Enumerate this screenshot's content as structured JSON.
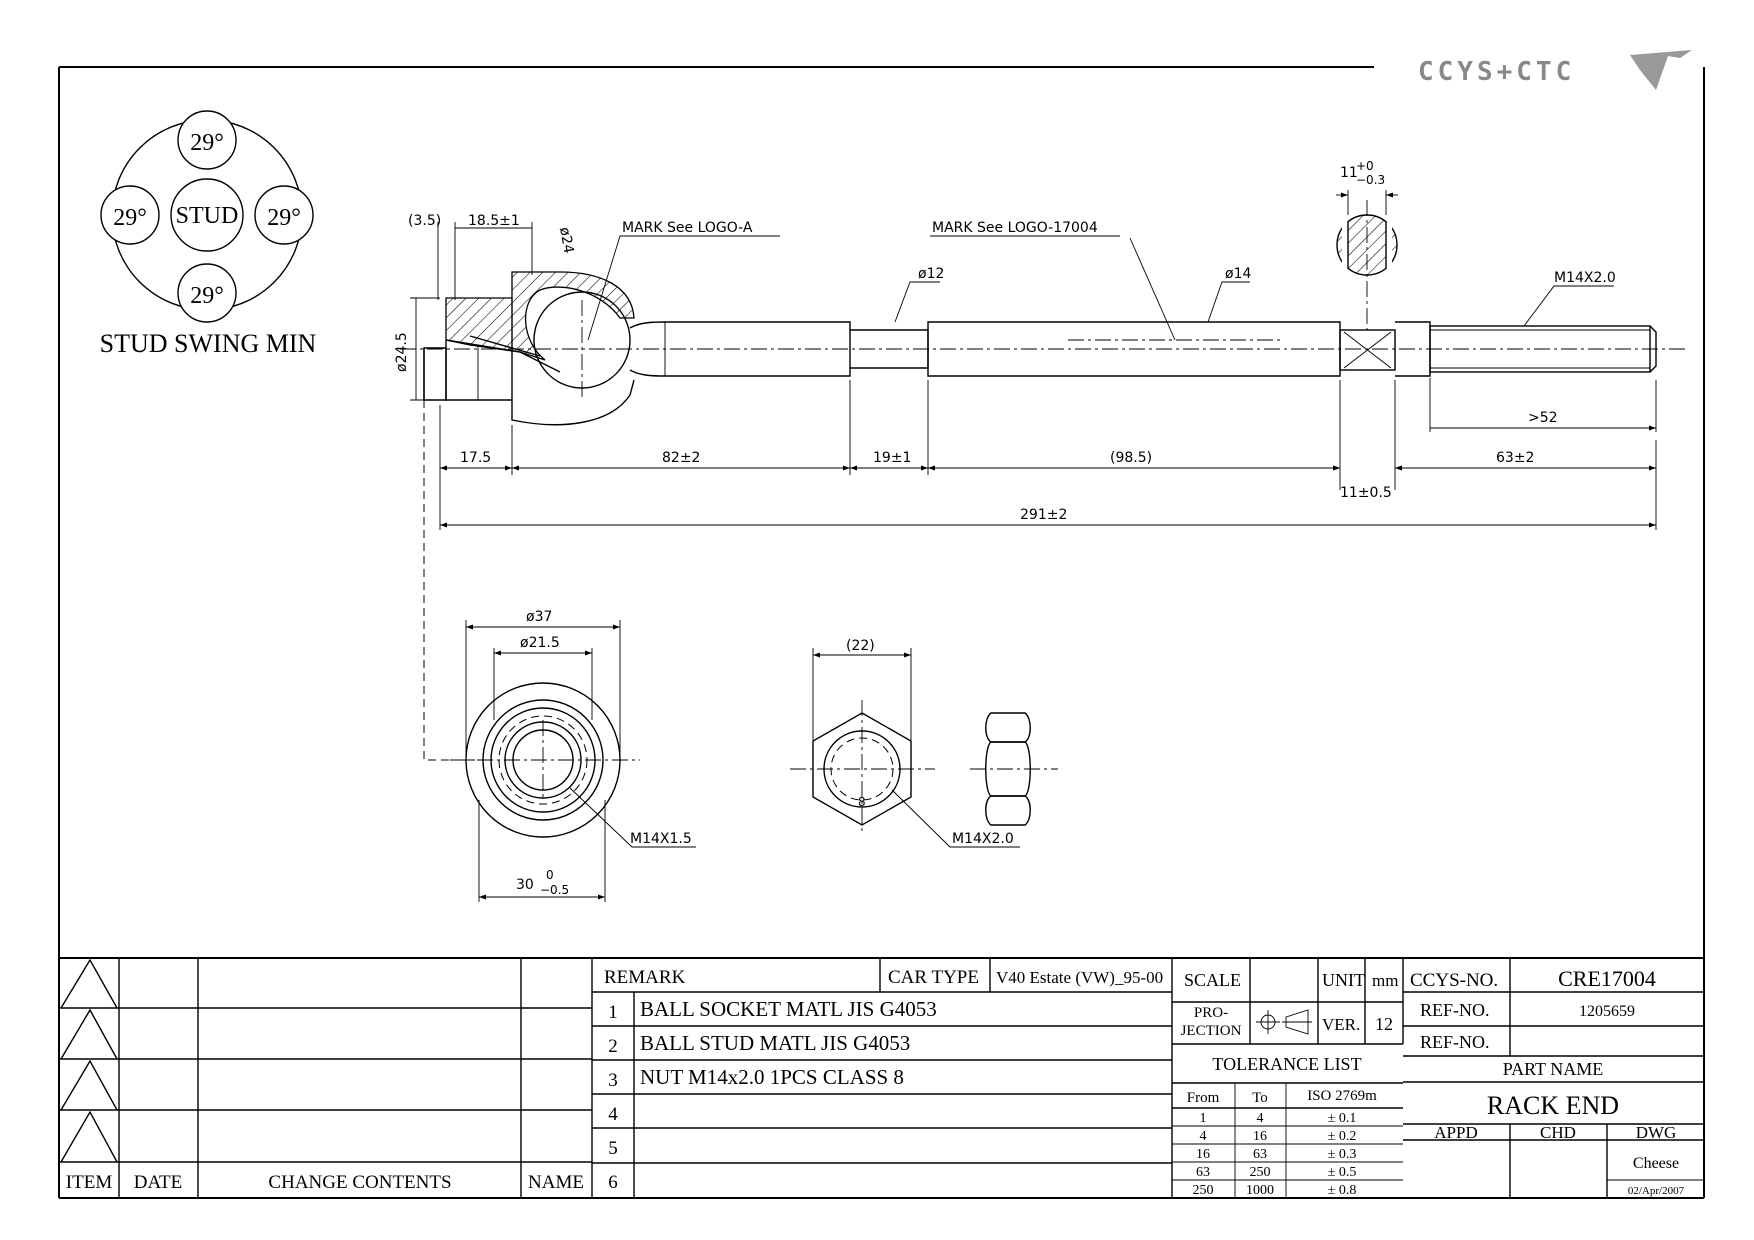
{
  "logo": {
    "text": "CCYS+CTC"
  },
  "stud_swing": {
    "angles": [
      "29°",
      "29°",
      "29°",
      "29°"
    ],
    "center": "STUD",
    "caption": "STUD SWING MIN"
  },
  "dims": {
    "d3_5": "(3.5)",
    "d18_5": "18.5±1",
    "d24": "ø24",
    "mark_a": "MARK  See  LOGO-A",
    "mark_b": "MARK  See  LOGO-17004",
    "d12": "ø12",
    "d14": "ø14",
    "d11": "11",
    "d11_tol_up": "+0",
    "d11_tol_dn": "−0.3",
    "m14_top": "M14X2.0",
    "d24_5": "ø24.5",
    "gt52": ">52",
    "d17_5": "17.5",
    "d82": "82±2",
    "d19": "19±1",
    "d98_5": "(98.5)",
    "d63": "63±2",
    "d11_05": "11±0.5",
    "d291": "291±2",
    "d37": "ø37",
    "d21_5": "ø21.5",
    "m14x15": "M14X1.5",
    "d30": "30",
    "d30_up": "0",
    "d30_dn": "−0.5",
    "d22": "(22)",
    "nut_mark": "8",
    "m14_nut": "M14X2.0"
  },
  "title_block": {
    "rev_headers": {
      "item": "ITEM",
      "date": "DATE",
      "change": "CHANGE CONTENTS",
      "name": "NAME"
    },
    "remark": "REMARK",
    "car_type_label": "CAR TYPE",
    "car_type": "V40 Estate (VW)_95-00",
    "remarks": [
      {
        "no": "1",
        "text": "BALL SOCKET MATL JIS G4053"
      },
      {
        "no": "2",
        "text": "BALL STUD MATL JIS G4053"
      },
      {
        "no": "3",
        "text": "NUT M14x2.0 1PCS CLASS 8"
      },
      {
        "no": "4",
        "text": ""
      },
      {
        "no": "5",
        "text": ""
      },
      {
        "no": "6",
        "text": ""
      }
    ],
    "scale_label": "SCALE",
    "unit_label": "UNIT",
    "unit": "mm",
    "projection_1": "PRO-",
    "projection_2": "JECTION",
    "ver_label": "VER.",
    "ver": "12",
    "tolerance_title": "TOLERANCE LIST",
    "tol_headers": [
      "From",
      "To",
      "ISO 2769m"
    ],
    "tolerances": [
      [
        "1",
        "4",
        "± 0.1"
      ],
      [
        "4",
        "16",
        "± 0.2"
      ],
      [
        "16",
        "63",
        "± 0.3"
      ],
      [
        "63",
        "250",
        "± 0.5"
      ],
      [
        "250",
        "1000",
        "± 0.8"
      ]
    ],
    "ccys_no_label": "CCYS-NO.",
    "ccys_no": "CRE17004",
    "ref_no_label": "REF-NO.",
    "ref_no": "1205659",
    "ref_no2_label": "REF-NO.",
    "part_name_label": "PART NAME",
    "part_name": "RACK END",
    "appd": "APPD",
    "chd": "CHD",
    "dwg": "DWG",
    "drawer": "Cheese",
    "date": "02/Apr/2007"
  }
}
